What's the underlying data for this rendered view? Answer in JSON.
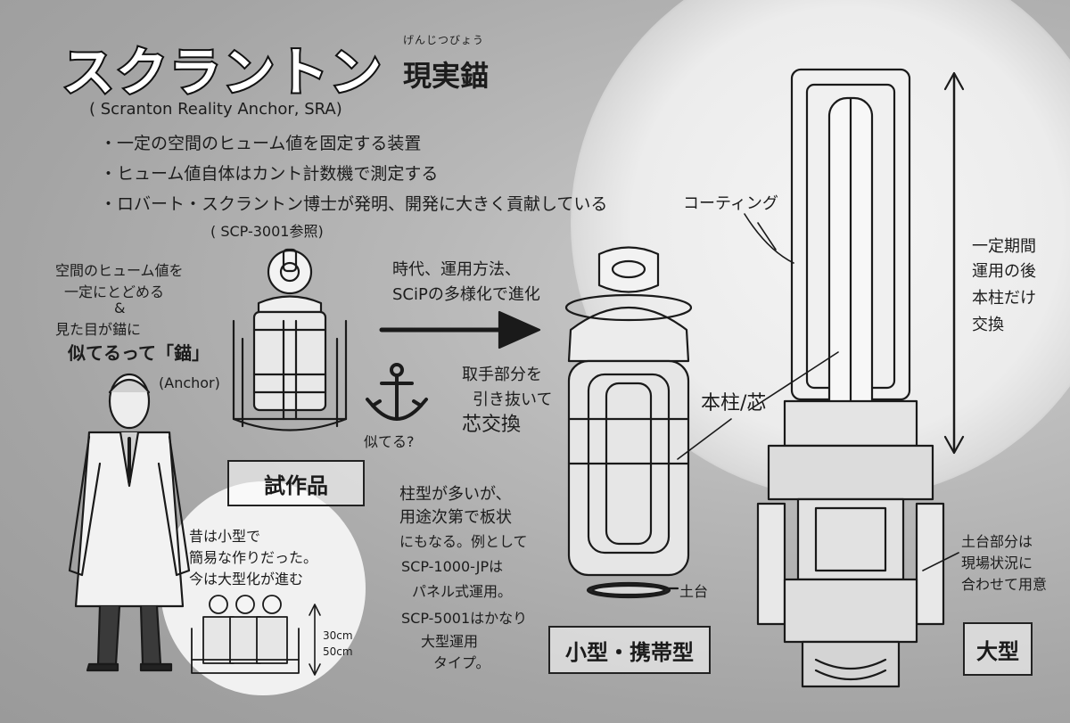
{
  "title": "スクラントン",
  "subtitle": "現実錨",
  "furigana": "げんじつびょう",
  "english_name": "( Scranton Reality Anchor, SRA)",
  "bullets": [
    "・一定の空間のヒューム値を固定する装置",
    "・ヒューム値自体はカント計数機で測定する",
    "・ロバート・スクラントン博士が発明、開発に大きく貢献している"
  ],
  "bullet_note": "( SCP-3001参照)",
  "left_note": [
    "空間のヒューム値を",
    "一定にとどめる",
    "&",
    "見た目が錨に",
    "似てるって「錨」"
  ],
  "anchor_word": "(Anchor)",
  "anchor_question": "似てる?",
  "prototype_label": "試作品",
  "bubble_note": [
    "昔は小型で",
    "簡易な作りだった。",
    "今は大型化が進む"
  ],
  "height_note": [
    "30cm",
    "50cm"
  ],
  "evolution_note": [
    "時代、運用方法、",
    "SCiPの多様化で進化"
  ],
  "handle_note": [
    "取手部分を",
    "引き抜いて",
    "芯交換"
  ],
  "pillar_note": [
    "柱型が多いが、",
    "用途次第で板状",
    "にもなる。例として",
    "SCP-1000-JPは",
    "パネル式運用。",
    "SCP-5001はかなり",
    "大型運用",
    "タイプ。"
  ],
  "base_label": "土台",
  "coating_label": "コーティング",
  "core_label": "本柱/芯",
  "period_note": [
    "一定期間",
    "運用の後",
    "本柱だけ",
    "交換"
  ],
  "base_note": [
    "土台部分は",
    "現場状況に",
    "合わせて用意"
  ],
  "small_label": "小型・携帯型",
  "large_label": "大型",
  "colors": {
    "ink": "#1a1a1a",
    "paper": "#a8a8a8",
    "glow": "#efefef"
  }
}
